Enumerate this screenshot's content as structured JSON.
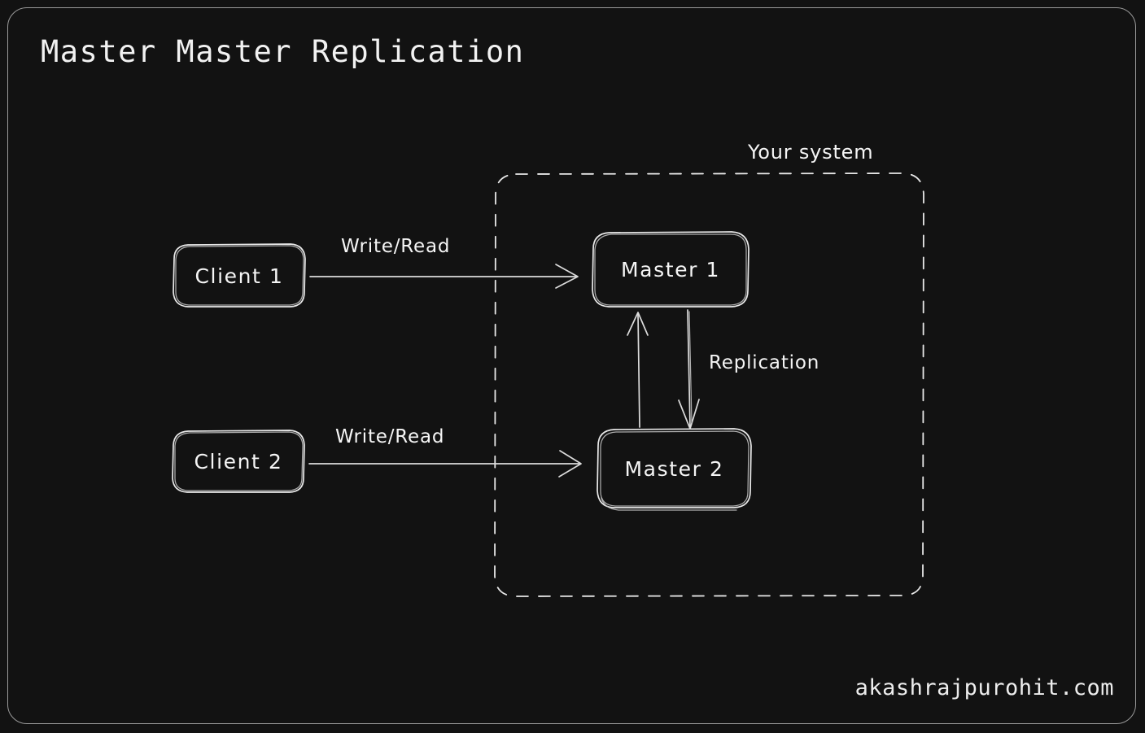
{
  "page": {
    "title": "Master Master Replication",
    "watermark": "akashrajpurohit.com",
    "background_color": "#121212",
    "stroke_color": "#e8e8e8",
    "text_color": "#f5f5f5"
  },
  "diagram": {
    "group_label": "Your system",
    "nodes": [
      {
        "id": "client1",
        "label": "Client 1"
      },
      {
        "id": "client2",
        "label": "Client 2"
      },
      {
        "id": "master1",
        "label": "Master 1"
      },
      {
        "id": "master2",
        "label": "Master 2"
      }
    ],
    "edges": [
      {
        "id": "client1-master1",
        "label": "Write/Read",
        "from": "client1",
        "to": "master1"
      },
      {
        "id": "client2-master2",
        "label": "Write/Read",
        "from": "client2",
        "to": "master2"
      },
      {
        "id": "master2-master1",
        "label": "",
        "from": "master2",
        "to": "master1"
      },
      {
        "id": "master1-master2",
        "label": "Replication",
        "from": "master1",
        "to": "master2"
      }
    ]
  }
}
